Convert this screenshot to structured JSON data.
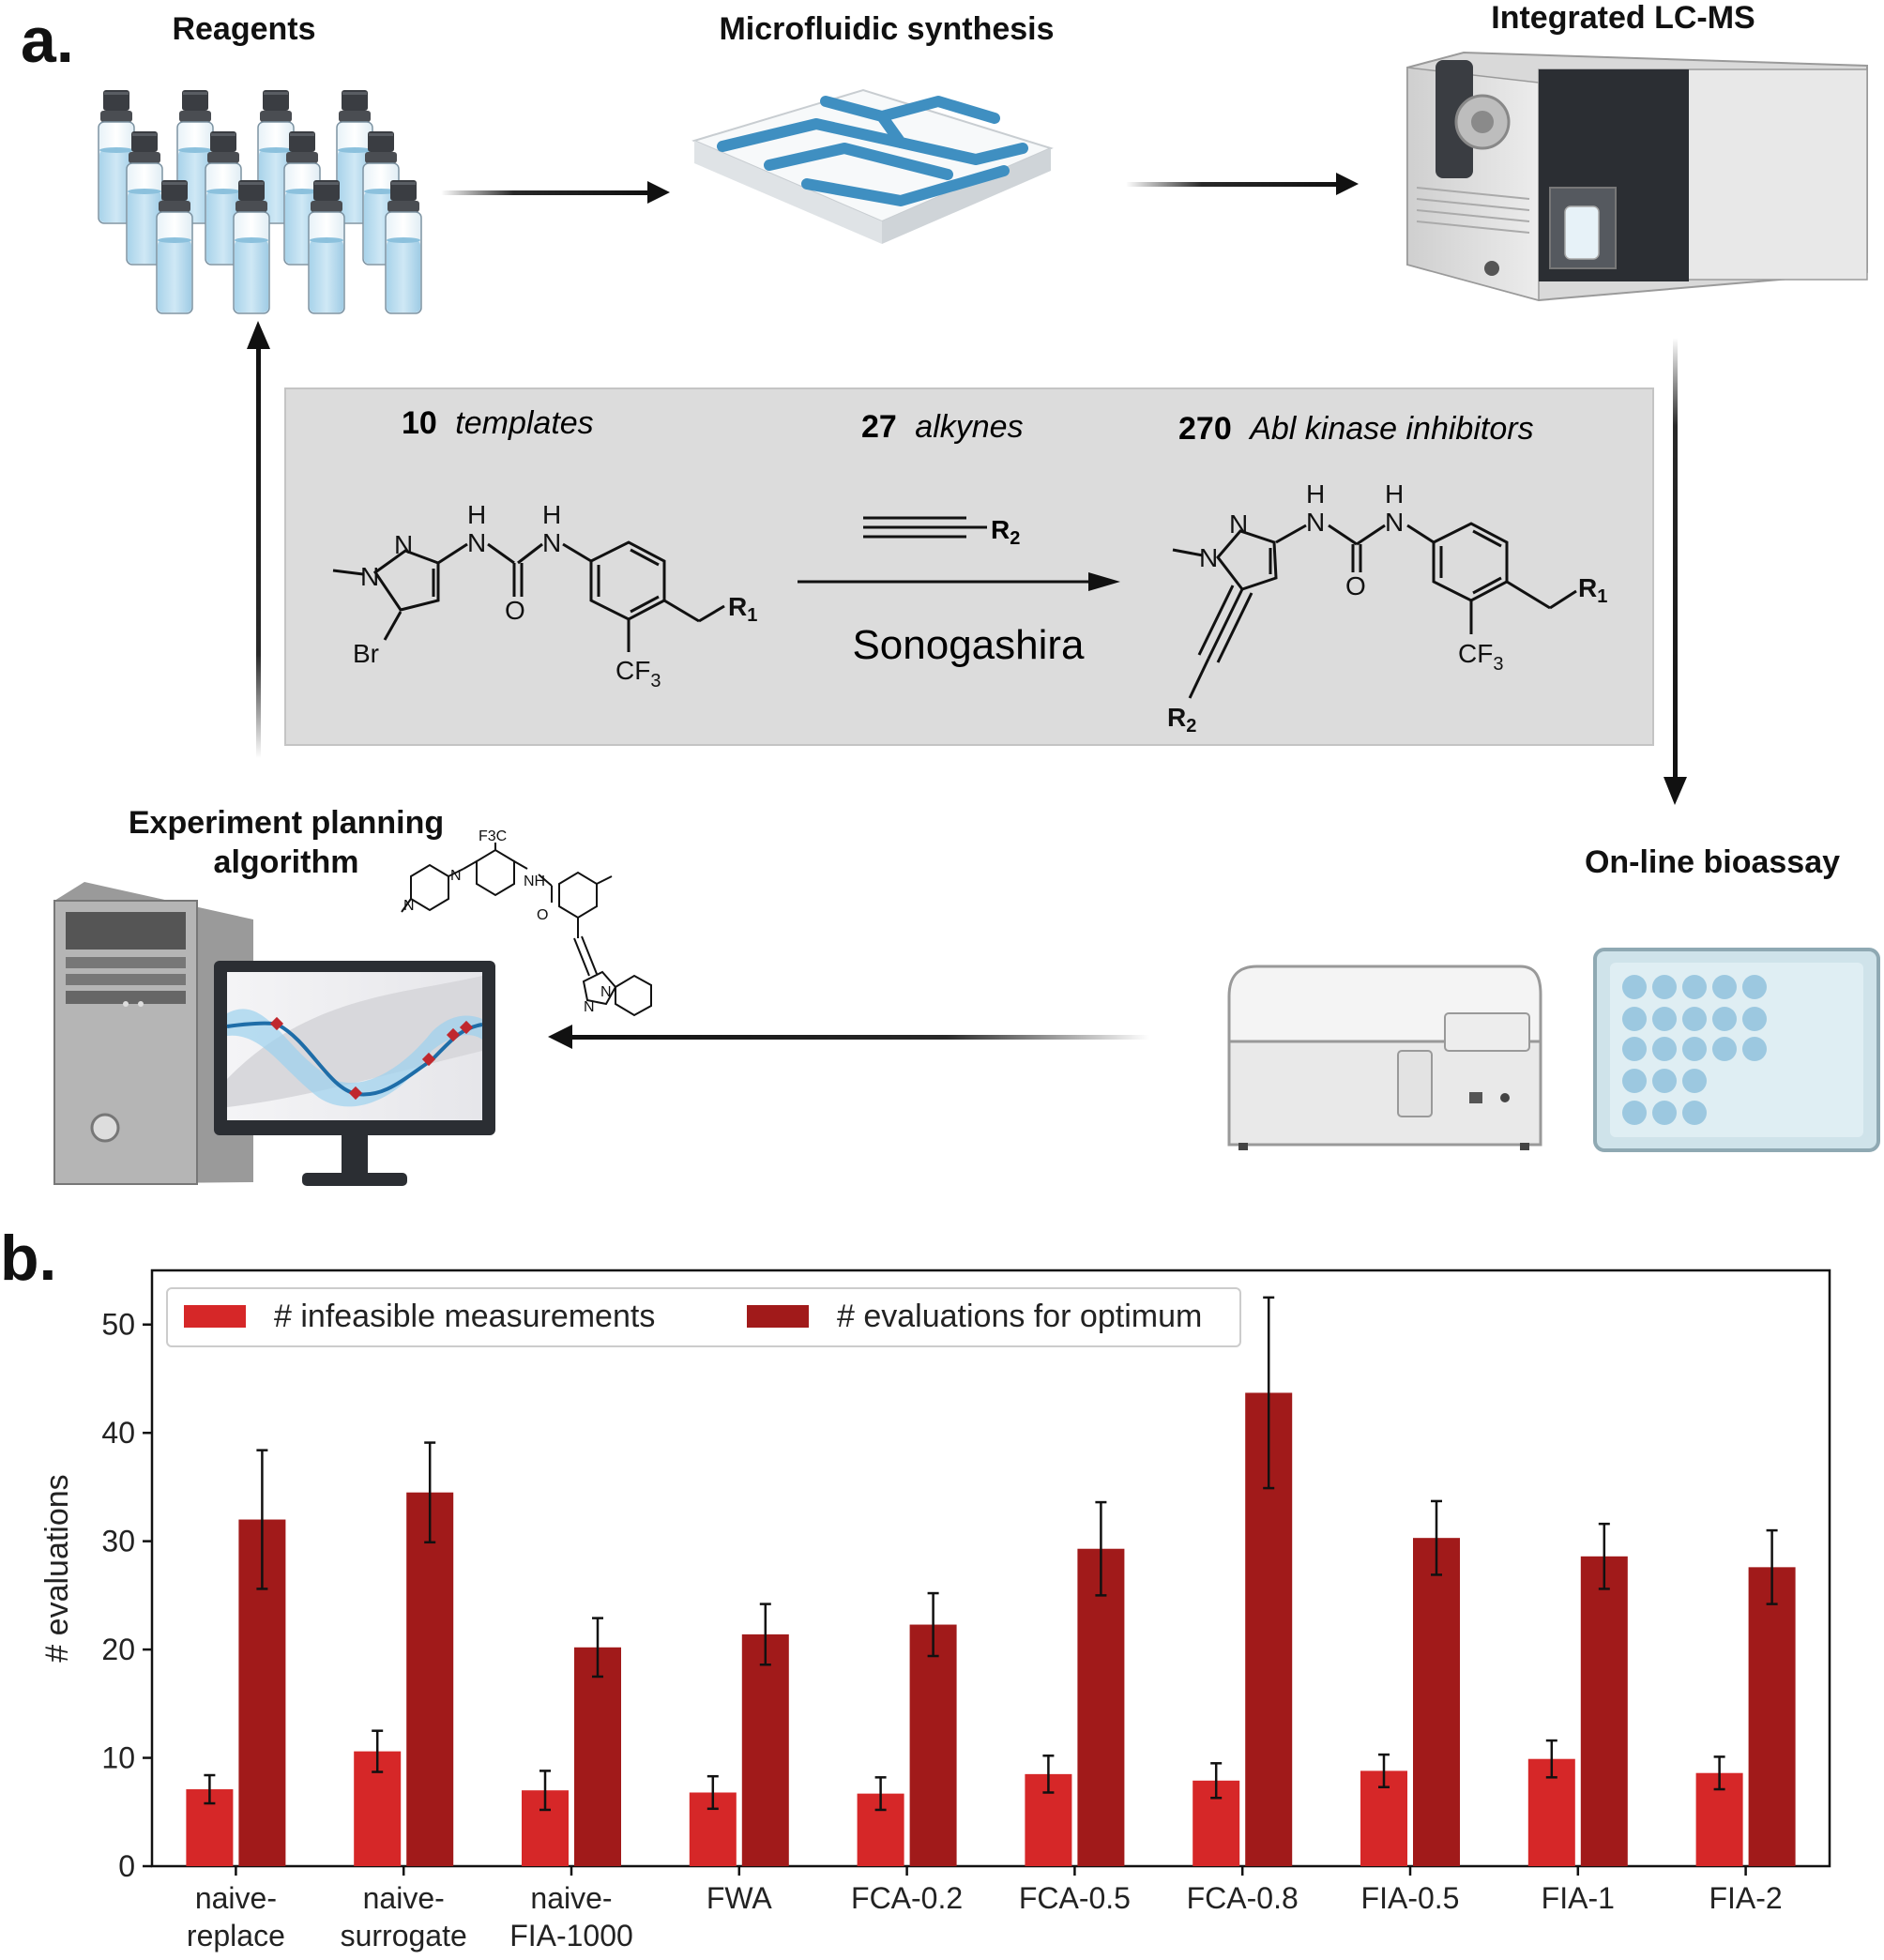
{
  "panel_a": {
    "letter": "a.",
    "stages": {
      "reagents": "Reagents",
      "microfluidic": "Microfluidic synthesis",
      "lcms": "Integrated LC-MS",
      "bioassay": "On-line bioassay",
      "planning_line1": "Experiment planning",
      "planning_line2": "algorithm"
    },
    "reaction": {
      "templates_count": "10",
      "templates_word": "templates",
      "alkynes_count": "27",
      "alkynes_word": "alkynes",
      "inhibitors_count": "270",
      "inhibitors_word": "Abl kinase inhibitors",
      "reaction_name": "Sonogashira",
      "alkyne_r": "R",
      "alkyne_r_sub": "2",
      "product_r2": "R",
      "product_r2_sub": "2"
    },
    "template_molecule": {
      "n1": "N",
      "n2": "N",
      "n3": "N",
      "n4": "N",
      "h1": "H",
      "h2": "H",
      "o": "O",
      "br": "Br",
      "cf": "CF",
      "cf_sub": "3",
      "r": "R",
      "r_sub": "1"
    },
    "product_molecule": {
      "n1": "N",
      "n2": "N",
      "n3": "N",
      "n4": "N",
      "h1": "H",
      "h2": "H",
      "o": "O",
      "cf": "CF",
      "cf_sub": "3",
      "r": "R",
      "r_sub": "1"
    },
    "small_molecule": {
      "f3c": "F3C",
      "n1": "N",
      "n2": "N",
      "nh": "NH",
      "o": "O",
      "n3": "N",
      "n4": "N"
    }
  },
  "panel_b": {
    "letter": "b."
  },
  "chart_data": {
    "type": "bar",
    "categories": [
      "naive-\nreplace",
      "naive-\nsurrogate",
      "naive-\nFIA-1000",
      "FWA",
      "FCA-0.2",
      "FCA-0.5",
      "FCA-0.8",
      "FIA-0.5",
      "FIA-1",
      "FIA-2"
    ],
    "series": [
      {
        "name": "# infeasible measurements",
        "color": "#d62728",
        "values": [
          7.1,
          10.6,
          7.0,
          6.8,
          6.7,
          8.5,
          7.9,
          8.8,
          9.9,
          8.6
        ],
        "errors": [
          1.3,
          1.9,
          1.8,
          1.5,
          1.5,
          1.7,
          1.6,
          1.5,
          1.7,
          1.5
        ]
      },
      {
        "name": "# evaluations for optimum",
        "color": "#a11a1a",
        "values": [
          32.0,
          34.5,
          20.2,
          21.4,
          22.3,
          29.3,
          43.7,
          30.3,
          28.6,
          27.6
        ],
        "errors": [
          6.4,
          4.6,
          2.7,
          2.8,
          2.9,
          4.3,
          8.8,
          3.4,
          3.0,
          3.4
        ]
      }
    ],
    "title": "",
    "xlabel": "",
    "ylabel": "# evaluations",
    "ylim": [
      0,
      55
    ],
    "yticks": [
      0,
      10,
      20,
      30,
      40,
      50
    ],
    "grid": false,
    "legend": "top"
  }
}
